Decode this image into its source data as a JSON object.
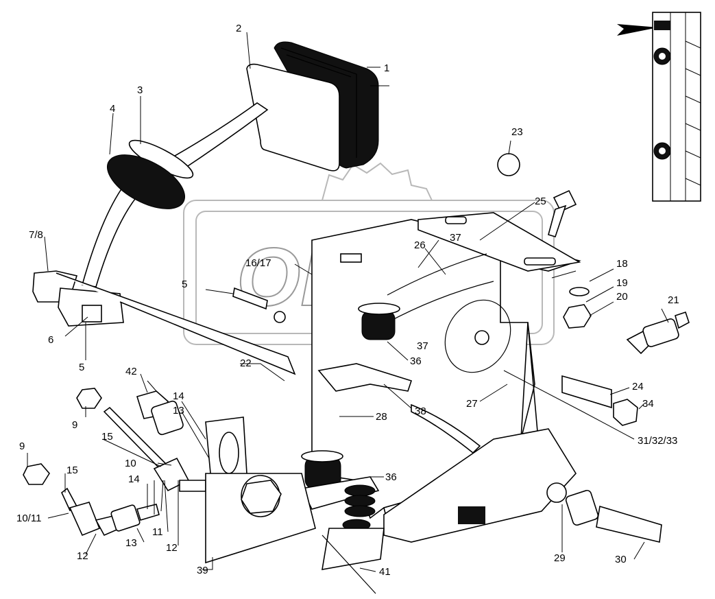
{
  "watermark": "OPEX",
  "callouts": [
    {
      "id": "c1",
      "text": "1"
    },
    {
      "id": "c2",
      "text": "2"
    },
    {
      "id": "c3",
      "text": "3"
    },
    {
      "id": "c4",
      "text": "4"
    },
    {
      "id": "c5a",
      "text": "5"
    },
    {
      "id": "c5b",
      "text": "5"
    },
    {
      "id": "c6",
      "text": "6"
    },
    {
      "id": "c78",
      "text": "7/8"
    },
    {
      "id": "c9a",
      "text": "9"
    },
    {
      "id": "c9b",
      "text": "9"
    },
    {
      "id": "c10a",
      "text": "10"
    },
    {
      "id": "c1011",
      "text": "10/11"
    },
    {
      "id": "c11",
      "text": "11"
    },
    {
      "id": "c12a",
      "text": "12"
    },
    {
      "id": "c12b",
      "text": "12"
    },
    {
      "id": "c13a",
      "text": "13"
    },
    {
      "id": "c13b",
      "text": "13"
    },
    {
      "id": "c14a",
      "text": "14"
    },
    {
      "id": "c14b",
      "text": "14"
    },
    {
      "id": "c15a",
      "text": "15"
    },
    {
      "id": "c15b",
      "text": "15"
    },
    {
      "id": "c1617",
      "text": "16/17"
    },
    {
      "id": "c18",
      "text": "18"
    },
    {
      "id": "c19",
      "text": "19"
    },
    {
      "id": "c20",
      "text": "20"
    },
    {
      "id": "c21",
      "text": "21"
    },
    {
      "id": "c22",
      "text": "22"
    },
    {
      "id": "c23",
      "text": "23"
    },
    {
      "id": "c24",
      "text": "24"
    },
    {
      "id": "c25",
      "text": "25"
    },
    {
      "id": "c26",
      "text": "26"
    },
    {
      "id": "c27",
      "text": "27"
    },
    {
      "id": "c28",
      "text": "28"
    },
    {
      "id": "c29",
      "text": "29"
    },
    {
      "id": "c30",
      "text": "30"
    },
    {
      "id": "c313233",
      "text": "31/32/33"
    },
    {
      "id": "c34",
      "text": "34"
    },
    {
      "id": "c36a",
      "text": "36"
    },
    {
      "id": "c36b",
      "text": "36"
    },
    {
      "id": "c37a",
      "text": "37"
    },
    {
      "id": "c37b",
      "text": "37"
    },
    {
      "id": "c38",
      "text": "38"
    },
    {
      "id": "c39",
      "text": "39"
    },
    {
      "id": "c41",
      "text": "41"
    },
    {
      "id": "c42",
      "text": "42"
    }
  ]
}
